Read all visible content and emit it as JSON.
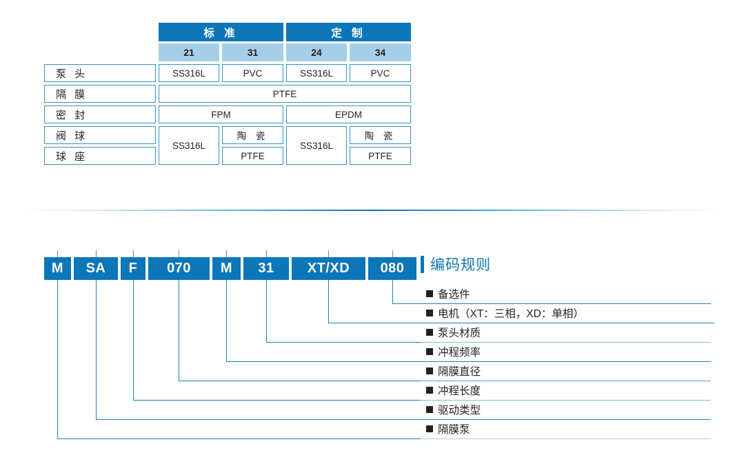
{
  "material_table": {
    "group_headers": [
      {
        "label": "标 准",
        "span": 2
      },
      {
        "label": "定 制",
        "span": 2
      }
    ],
    "code_headers": [
      "21",
      "31",
      "24",
      "34"
    ],
    "rows": [
      {
        "label": "泵 头",
        "cells": [
          "SS316L",
          "PVC",
          "SS316L",
          "PVC"
        ]
      },
      {
        "label": "隔 膜",
        "cells": [
          "PTFE"
        ]
      },
      {
        "label": "密 封",
        "cells": [
          "FPM",
          "EPDM"
        ]
      },
      {
        "label": "阀 球",
        "cells": [
          "SS316L",
          "陶 瓷",
          "SS316L",
          "陶 瓷"
        ]
      },
      {
        "label": "球 座",
        "cells": [
          "PTFE",
          "PTFE"
        ]
      }
    ]
  },
  "code_rule": {
    "title": "编码规则",
    "boxes": [
      "M",
      "SA",
      "F",
      "070",
      "M",
      "31",
      "XT/XD",
      "080"
    ],
    "legend": [
      "备选件",
      "电机（XT：三相，XD：单相）",
      "泵头材质",
      "冲程频率",
      "隔膜直径",
      "冲程长度",
      "驱动类型",
      "隔膜泵"
    ]
  },
  "colors": {
    "brand_blue": "#0b76b8",
    "light_blue": "#a5cfe6",
    "border_blue": "#3a8ec4",
    "line_blue": "#1b7fbd",
    "text_dark": "#231f20"
  }
}
